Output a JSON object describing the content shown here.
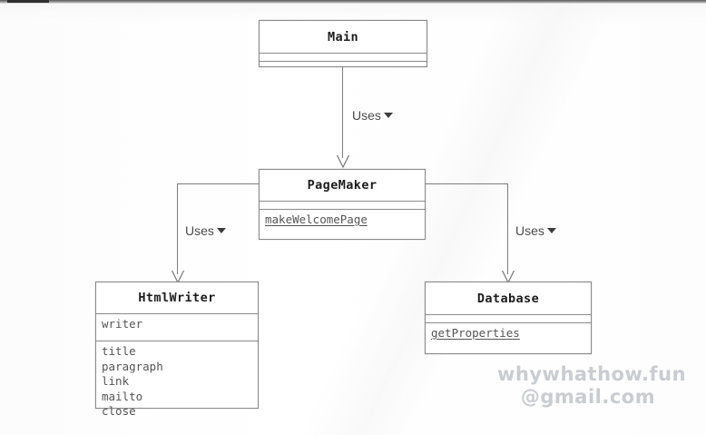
{
  "diagram": {
    "type": "uml-class-diagram",
    "classes": [
      {
        "id": "main",
        "name": "Main",
        "attributes": [],
        "methods": []
      },
      {
        "id": "pagemaker",
        "name": "PageMaker",
        "attributes": [],
        "methods": [
          {
            "name": "makeWelcomePage",
            "static": true
          }
        ]
      },
      {
        "id": "htmlwriter",
        "name": "HtmlWriter",
        "attributes": [
          {
            "name": "writer",
            "static": false
          }
        ],
        "methods": [
          {
            "name": "title",
            "static": false
          },
          {
            "name": "paragraph",
            "static": false
          },
          {
            "name": "link",
            "static": false
          },
          {
            "name": "mailto",
            "static": false
          },
          {
            "name": "close",
            "static": false
          }
        ]
      },
      {
        "id": "database",
        "name": "Database",
        "attributes": [],
        "methods": [
          {
            "name": "getProperties",
            "static": true
          }
        ]
      }
    ],
    "relationships": [
      {
        "id": "main-pagemaker",
        "label": "Uses",
        "marker": "solid-triangle-down",
        "from": "main",
        "to": "pagemaker"
      },
      {
        "id": "pagemaker-htmlwriter",
        "label": "Uses",
        "marker": "solid-triangle-down",
        "from": "pagemaker",
        "to": "htmlwriter"
      },
      {
        "id": "pagemaker-database",
        "label": "Uses",
        "marker": "solid-triangle-down",
        "from": "pagemaker",
        "to": "database"
      }
    ]
  },
  "watermark": {
    "line1": "whywhathow.fun",
    "line2": "@gmail.com"
  },
  "colors": {
    "box_border": "#8a8a8a",
    "connector": "#7d7d7d",
    "class_name_text": "#1c1c1c",
    "member_text": "#555555",
    "label_text": "#4a4a4a",
    "watermark_text": "#c9ccd1",
    "page_background": "#fdfdfd"
  }
}
